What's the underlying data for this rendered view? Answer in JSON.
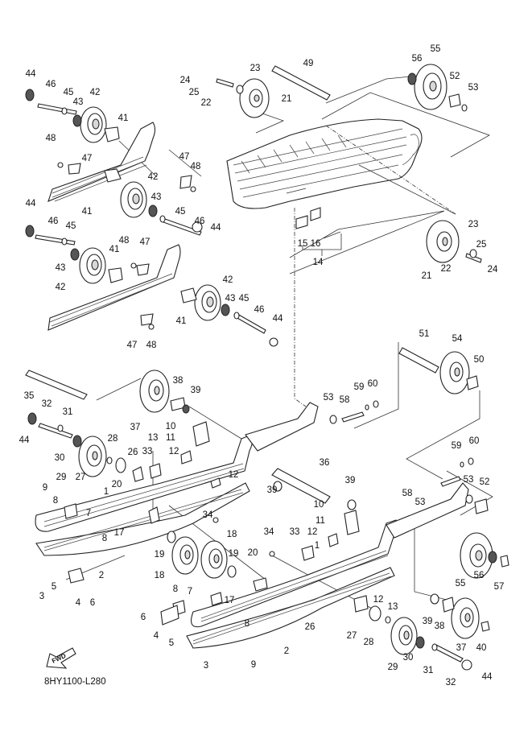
{
  "diagram": {
    "title": "Track suspension exploded parts diagram",
    "document_code": "8HY1100-L280",
    "direction_badge": "FWD",
    "callouts": [
      {
        "id": "c44a",
        "label": "44"
      },
      {
        "id": "c46a",
        "label": "46"
      },
      {
        "id": "c45a",
        "label": "45"
      },
      {
        "id": "c42a",
        "label": "42"
      },
      {
        "id": "c43a",
        "label": "43"
      },
      {
        "id": "c41a",
        "label": "41"
      },
      {
        "id": "c48a",
        "label": "48"
      },
      {
        "id": "c47a",
        "label": "47"
      },
      {
        "id": "c47b",
        "label": "47"
      },
      {
        "id": "c48b",
        "label": "48"
      },
      {
        "id": "c42b",
        "label": "42"
      },
      {
        "id": "c43b",
        "label": "43"
      },
      {
        "id": "c41b",
        "label": "41"
      },
      {
        "id": "c45b",
        "label": "45"
      },
      {
        "id": "c46b",
        "label": "46"
      },
      {
        "id": "c44b",
        "label": "44"
      },
      {
        "id": "c23a",
        "label": "23"
      },
      {
        "id": "c24a",
        "label": "24"
      },
      {
        "id": "c25a",
        "label": "25"
      },
      {
        "id": "c22a",
        "label": "22"
      },
      {
        "id": "c21a",
        "label": "21"
      },
      {
        "id": "c49",
        "label": "49"
      },
      {
        "id": "c55a",
        "label": "55"
      },
      {
        "id": "c56a",
        "label": "56"
      },
      {
        "id": "c52a",
        "label": "52"
      },
      {
        "id": "c53a",
        "label": "53"
      },
      {
        "id": "c44c",
        "label": "44"
      },
      {
        "id": "c46c",
        "label": "46"
      },
      {
        "id": "c45c",
        "label": "45"
      },
      {
        "id": "c43c",
        "label": "43"
      },
      {
        "id": "c42c",
        "label": "42"
      },
      {
        "id": "c41c",
        "label": "41"
      },
      {
        "id": "c48c",
        "label": "48"
      },
      {
        "id": "c47c",
        "label": "47"
      },
      {
        "id": "c42d",
        "label": "42"
      },
      {
        "id": "c43d",
        "label": "43"
      },
      {
        "id": "c45d",
        "label": "45"
      },
      {
        "id": "c46d",
        "label": "46"
      },
      {
        "id": "c44d",
        "label": "44"
      },
      {
        "id": "c41d",
        "label": "41"
      },
      {
        "id": "c47d",
        "label": "47"
      },
      {
        "id": "c48d",
        "label": "48"
      },
      {
        "id": "c15",
        "label": "15"
      },
      {
        "id": "c16",
        "label": "16"
      },
      {
        "id": "c14",
        "label": "14"
      },
      {
        "id": "c21b",
        "label": "21"
      },
      {
        "id": "c22b",
        "label": "22"
      },
      {
        "id": "c23b",
        "label": "23"
      },
      {
        "id": "c25b",
        "label": "25"
      },
      {
        "id": "c24b",
        "label": "24"
      },
      {
        "id": "c35",
        "label": "35"
      },
      {
        "id": "c38a",
        "label": "38"
      },
      {
        "id": "c39a",
        "label": "39"
      },
      {
        "id": "c37a",
        "label": "37"
      },
      {
        "id": "c32a",
        "label": "32"
      },
      {
        "id": "c31a",
        "label": "31"
      },
      {
        "id": "c44e",
        "label": "44"
      },
      {
        "id": "c30a",
        "label": "30"
      },
      {
        "id": "c29a",
        "label": "29"
      },
      {
        "id": "c28a",
        "label": "28"
      },
      {
        "id": "c27a",
        "label": "27"
      },
      {
        "id": "c26a",
        "label": "26"
      },
      {
        "id": "c33a",
        "label": "33"
      },
      {
        "id": "c13a",
        "label": "13"
      },
      {
        "id": "c10a",
        "label": "10"
      },
      {
        "id": "c11a",
        "label": "11"
      },
      {
        "id": "c12a",
        "label": "12"
      },
      {
        "id": "c12b",
        "label": "12"
      },
      {
        "id": "c20a",
        "label": "20"
      },
      {
        "id": "c51",
        "label": "51"
      },
      {
        "id": "c54",
        "label": "54"
      },
      {
        "id": "c50",
        "label": "50"
      },
      {
        "id": "c53b",
        "label": "53"
      },
      {
        "id": "c58a",
        "label": "58"
      },
      {
        "id": "c59a",
        "label": "59"
      },
      {
        "id": "c60a",
        "label": "60"
      },
      {
        "id": "c36",
        "label": "36"
      },
      {
        "id": "c39b",
        "label": "39"
      },
      {
        "id": "c39c",
        "label": "39"
      },
      {
        "id": "c59b",
        "label": "59"
      },
      {
        "id": "c60b",
        "label": "60"
      },
      {
        "id": "c53c",
        "label": "53"
      },
      {
        "id": "c52b",
        "label": "52"
      },
      {
        "id": "c58b",
        "label": "58"
      },
      {
        "id": "c53d",
        "label": "53"
      },
      {
        "id": "c9a",
        "label": "9"
      },
      {
        "id": "c8a",
        "label": "8"
      },
      {
        "id": "c7a",
        "label": "7"
      },
      {
        "id": "c1a",
        "label": "1"
      },
      {
        "id": "c17a",
        "label": "17"
      },
      {
        "id": "c8b",
        "label": "8"
      },
      {
        "id": "c2a",
        "label": "2"
      },
      {
        "id": "c34a",
        "label": "34"
      },
      {
        "id": "c3a",
        "label": "3"
      },
      {
        "id": "c5a",
        "label": "5"
      },
      {
        "id": "c4a",
        "label": "4"
      },
      {
        "id": "c6a",
        "label": "6"
      },
      {
        "id": "c19a",
        "label": "19"
      },
      {
        "id": "c18a",
        "label": "18"
      },
      {
        "id": "c18b",
        "label": "18"
      },
      {
        "id": "c19b",
        "label": "19"
      },
      {
        "id": "c20b",
        "label": "20"
      },
      {
        "id": "c17b",
        "label": "17"
      },
      {
        "id": "c10b",
        "label": "10"
      },
      {
        "id": "c11b",
        "label": "11"
      },
      {
        "id": "c34b",
        "label": "34"
      },
      {
        "id": "c33b",
        "label": "33"
      },
      {
        "id": "c12c",
        "label": "12"
      },
      {
        "id": "c1b",
        "label": "1"
      },
      {
        "id": "c55b",
        "label": "55"
      },
      {
        "id": "c56b",
        "label": "56"
      },
      {
        "id": "c57",
        "label": "57"
      },
      {
        "id": "c8c",
        "label": "8"
      },
      {
        "id": "c7b",
        "label": "7"
      },
      {
        "id": "c6b",
        "label": "6"
      },
      {
        "id": "c4b",
        "label": "4"
      },
      {
        "id": "c5b",
        "label": "5"
      },
      {
        "id": "c8d",
        "label": "8"
      },
      {
        "id": "c3b",
        "label": "3"
      },
      {
        "id": "c9b",
        "label": "9"
      },
      {
        "id": "c2b",
        "label": "2"
      },
      {
        "id": "c12d",
        "label": "12"
      },
      {
        "id": "c13b",
        "label": "13"
      },
      {
        "id": "c26b",
        "label": "26"
      },
      {
        "id": "c27b",
        "label": "27"
      },
      {
        "id": "c28b",
        "label": "28"
      },
      {
        "id": "c29b",
        "label": "29"
      },
      {
        "id": "c30b",
        "label": "30"
      },
      {
        "id": "c31b",
        "label": "31"
      },
      {
        "id": "c32b",
        "label": "32"
      },
      {
        "id": "c44f",
        "label": "44"
      },
      {
        "id": "c39d",
        "label": "39"
      },
      {
        "id": "c38b",
        "label": "38"
      },
      {
        "id": "c37b",
        "label": "37"
      },
      {
        "id": "c40",
        "label": "40"
      }
    ]
  }
}
